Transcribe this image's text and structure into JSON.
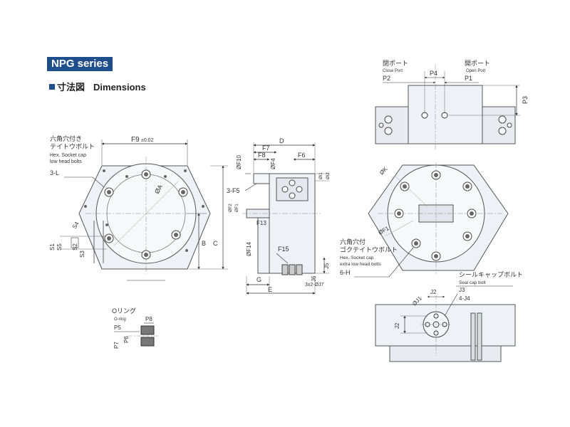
{
  "series_title": "NPG series",
  "heading": {
    "jp": "寸法図",
    "en": "Dimensions"
  },
  "accent_color": "#1f4e8c",
  "front_view": {
    "dim_f9": "F9",
    "dim_f9_tol": "±0.02",
    "bolt_jp_1": "六角穴付き",
    "bolt_jp_2": "テイトウボルト",
    "bolt_en_1": "Hex. Socket cap",
    "bolt_en_2": "low head bolts",
    "bolt_qty": "3-L",
    "dim_a": "ØA",
    "dim_b": "B",
    "dim_c": "C",
    "dim_s1": "S1",
    "dim_s2": "S2",
    "dim_s3": "S3",
    "dim_s4": "S4",
    "dim_s5": "S5"
  },
  "side_view": {
    "dim_d": "D",
    "dim_f7": "F7",
    "dim_f8": "F8",
    "dim_f6": "F6",
    "dim_f10": "ØF10",
    "dim_f4": "ØF4",
    "dim_f3": "3-F5",
    "dim_f13": "F13",
    "dim_f14": "ØF14",
    "dim_f15": "F15",
    "dim_f2": "ØF2",
    "dim_f1": "ØF1",
    "dim_i1": "ØI1",
    "dim_i2": "ØI2",
    "dim_j5": "J5",
    "dim_j6": "J6",
    "dim_j7": "3x2-ØJ7",
    "dim_g": "G",
    "dim_e": "E"
  },
  "oring": {
    "jp": "Oリング",
    "en": "O-ring",
    "p8": "P8",
    "p5": "P5",
    "p7": "P7",
    "p6": "P6"
  },
  "top_view": {
    "close_port_jp": "閉ポート",
    "close_port_en": "Close Port",
    "open_port_jp": "開ポート",
    "open_port_en": "Open Port",
    "p2": "P2",
    "p4": "P4",
    "p1": "P1",
    "p3": "P3"
  },
  "rear_view": {
    "dim_k": "ØK",
    "dim_f1": "ØF1",
    "bolt_jp_1": "六角穴付",
    "bolt_jp_2": "ゴクテイトウボルト",
    "bolt_en_1": "Hex. Socket cap",
    "bolt_en_2": "extra low head bolts",
    "bolt_qty": "6-H"
  },
  "bottom_view": {
    "seal_jp": "シールキャップボルト",
    "seal_en": "Seal cap bolt",
    "j2_top": "J2",
    "j2_side": "J2",
    "j1": "ØJ1",
    "j3": "J3",
    "j4": "4-J4"
  }
}
